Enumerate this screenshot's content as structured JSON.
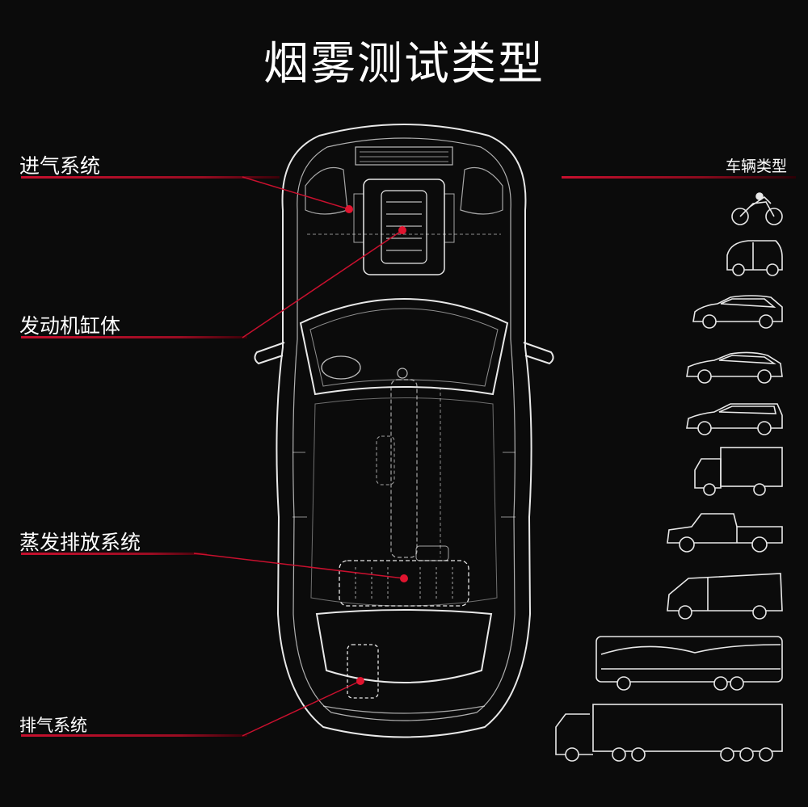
{
  "title": "烟雾测试类型",
  "callouts": [
    {
      "id": "intake",
      "label": "进气系统"
    },
    {
      "id": "engine",
      "label": "发动机缸体"
    },
    {
      "id": "evap",
      "label": "蒸发排放系统"
    },
    {
      "id": "exhaust",
      "label": "排气系统"
    }
  ],
  "vehicle_types": {
    "heading": "车辆类型",
    "icons": [
      "motorcycle-icon",
      "smart-car-icon",
      "hatchback-icon",
      "sedan-icon",
      "wagon-icon",
      "box-truck-icon",
      "pickup-truck-icon",
      "cargo-van-icon",
      "coach-bus-icon",
      "semi-truck-icon"
    ]
  },
  "colors": {
    "background": "#0b0b0b",
    "accent": "#c8102e",
    "line": "#e8e8e8"
  }
}
